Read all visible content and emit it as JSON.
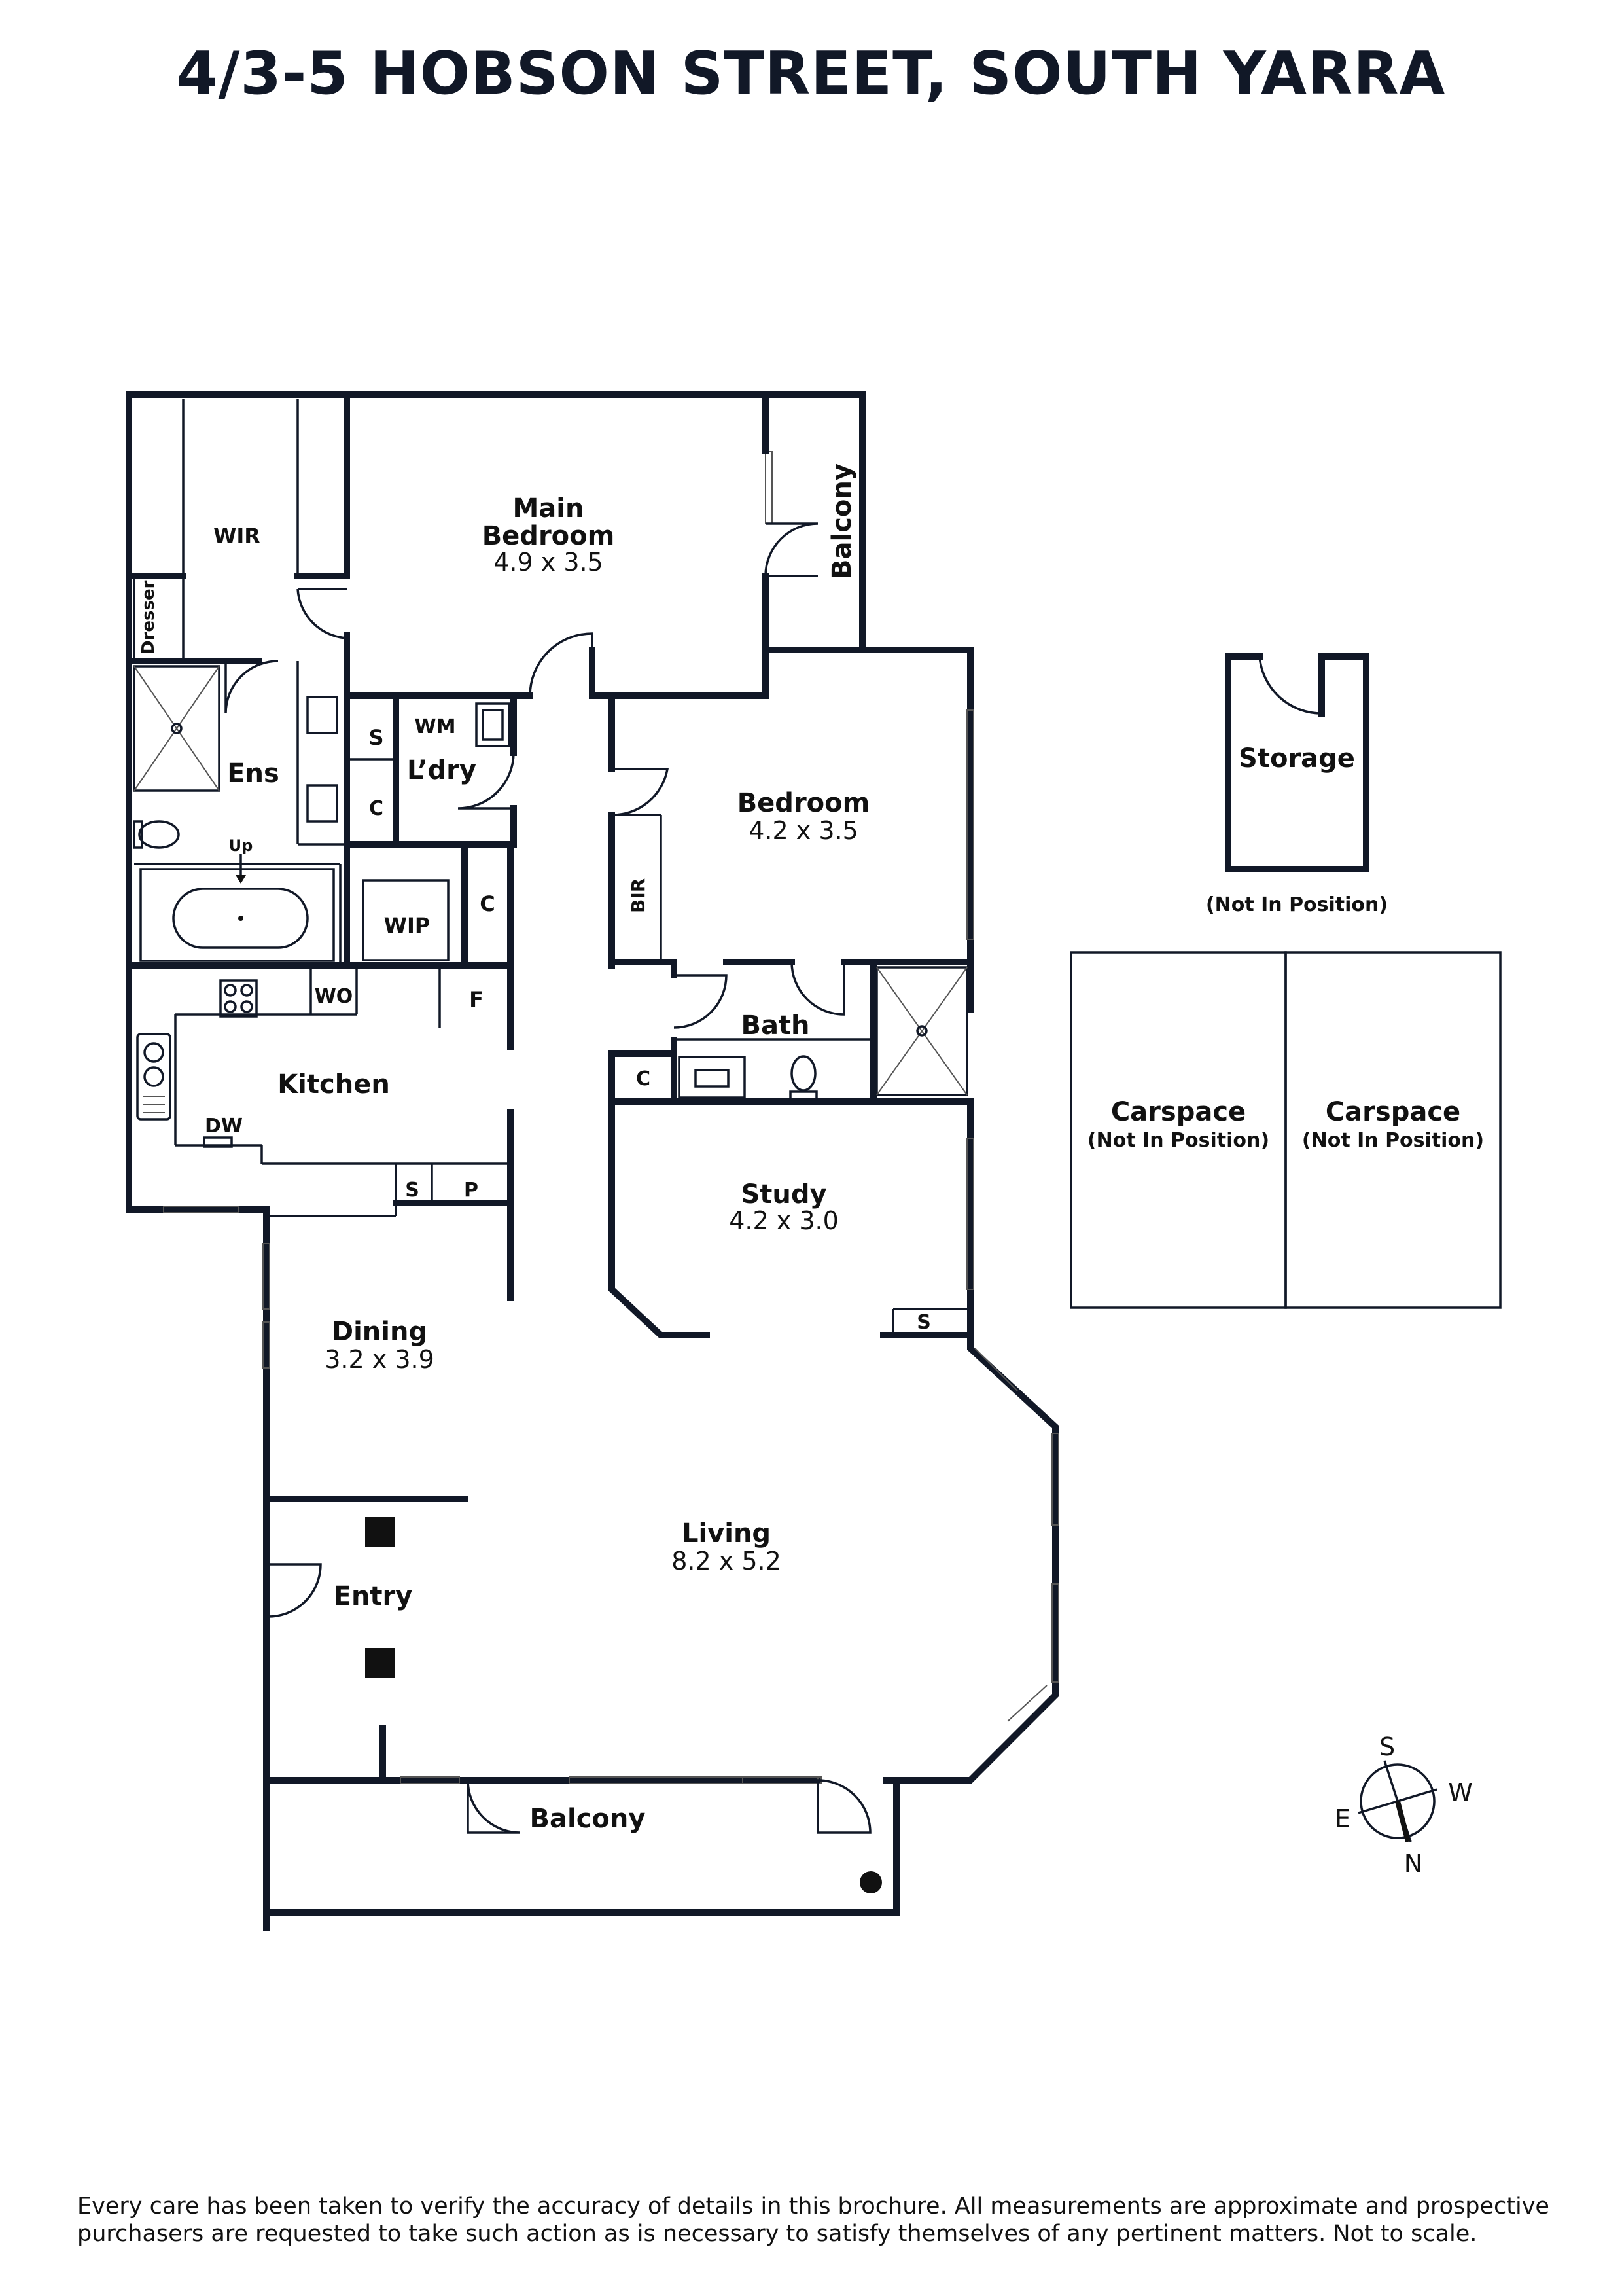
{
  "title": "4/3-5 HOBSON STREET, SOUTH YARRA",
  "rooms": {
    "wir": "WIR",
    "dresser": "Dresser",
    "main_bedroom_l1": "Main",
    "main_bedroom_l2": "Bedroom",
    "main_bedroom_dim": "4.9 x 3.5",
    "balcony_top": "Balcony",
    "ens": "Ens",
    "up": "Up",
    "s_ldry": "S",
    "wm": "WM",
    "ldry": "L’dry",
    "c_ldry": "C",
    "wip": "WIP",
    "c_wip": "C",
    "bedroom": "Bedroom",
    "bedroom_dim": "4.2 x 3.5",
    "bir": "BIR",
    "bath": "Bath",
    "c_bath": "C",
    "wo": "WO",
    "f": "F",
    "kitchen": "Kitchen",
    "dw": "DW",
    "s_kitchen": "S",
    "p_kitchen": "P",
    "study": "Study",
    "study_dim": "4.2 x 3.0",
    "s_study": "S",
    "dining": "Dining",
    "dining_dim": "3.2 x 3.9",
    "living": "Living",
    "living_dim": "8.2 x 5.2",
    "entry": "Entry",
    "balcony_bottom": "Balcony"
  },
  "storage": {
    "label": "Storage",
    "note": "(Not In Position)"
  },
  "carspaces": [
    {
      "label": "Carspace",
      "note": "(Not In Position)"
    },
    {
      "label": "Carspace",
      "note": "(Not In Position)"
    }
  ],
  "compass": {
    "s": "S",
    "w": "W",
    "e": "E",
    "n": "N"
  },
  "disclaimer": "Every care has been taken to verify the accuracy of details in this brochure. All measurements are approximate and prospective purchasers are requested to take such action as is necessary to satisfy themselves of any pertinent matters. Not to scale.",
  "colors": {
    "walls": "#111827",
    "text": "#111111",
    "background": "#ffffff"
  }
}
